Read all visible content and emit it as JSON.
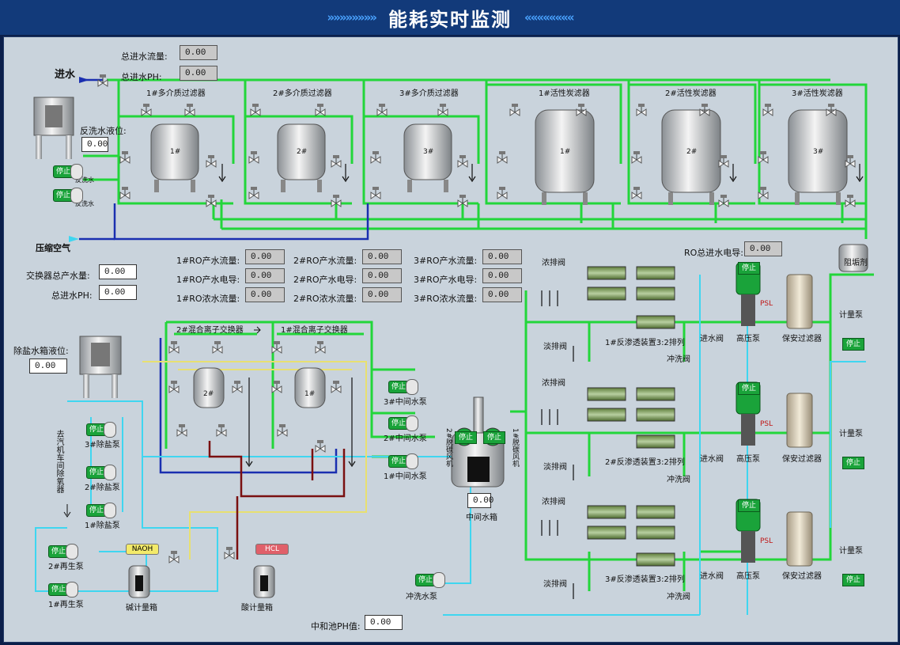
{
  "title": "能耗实时监测",
  "header": {
    "chevrons_left": "»»»»»»»»",
    "chevrons_right": "««««««««"
  },
  "labels": {
    "water_in": "进水",
    "total_flow": "总进水流量:",
    "total_ph": "总进水PH:",
    "backwash_level": "反洗水液位:",
    "backwash_pump": "反洗水",
    "compressed_air": "压缩空气",
    "filter1": "1#多介质过滤器",
    "filter2": "2#多介质过滤器",
    "filter3": "3#多介质过滤器",
    "carbon1": "1#活性炭滤器",
    "carbon2": "2#活性炭滤器",
    "carbon3": "3#活性炭滤器",
    "exchanger_total": "交换器总产水量:",
    "total_ph2": "总进水PH:",
    "ro1_flow": "1#RO产水流量:",
    "ro1_cond": "1#RO产水电导:",
    "ro1_conc": "1#RO浓水流量:",
    "ro2_flow": "2#RO产水流量:",
    "ro2_cond": "2#RO产水电导:",
    "ro2_conc": "2#RO浓水流量:",
    "ro3_flow": "3#RO产水流量:",
    "ro3_cond": "3#RO产水电导:",
    "ro3_conc": "3#RO浓水流量:",
    "ro_total_cond": "RO总进水电导:",
    "antiscalant": "阻垢剂",
    "desalt_level": "除盐水箱液位:",
    "mixbed2": "2#混合离子交换器",
    "mixbed1": "1#混合离子交换器",
    "pump_mid3": "3#中间水泵",
    "pump_mid2": "2#中间水泵",
    "pump_mid1": "1#中间水泵",
    "pump_desalt3": "3#除盐泵",
    "pump_desalt2": "2#除盐泵",
    "pump_desalt1": "1#除盐泵",
    "to_deaerator": "去汽机车间除氧器",
    "pump_regen2": "2#再生泵",
    "pump_regen1": "1#再生泵",
    "naoh": "NAOH",
    "hcl": "HCL",
    "alkali_tank": "碱计量箱",
    "acid_tank": "酸计量箱",
    "flush_pump": "冲洗水泵",
    "neutral_ph": "中和池PH值:",
    "mid_tank": "中间水箱",
    "fan2": "2#脱碳风机",
    "fan1": "1#脱碳风机",
    "conc_valve": "浓排阀",
    "fresh_valve": "淡排阀",
    "ro_unit1": "1#反渗透装置3:2排列",
    "ro_unit2": "2#反渗透装置3:2排列",
    "ro_unit3": "3#反渗透装置3:2排列",
    "flush_valve": "冲洗阀",
    "inlet_valve": "进水阀",
    "hp_pump": "高压泵",
    "safety_filter": "保安过滤器",
    "meter_pump": "计量泵",
    "psl": "PSL",
    "stop": "停止",
    "tank1": "1#",
    "tank2": "2#",
    "tank3": "3#"
  },
  "values": {
    "total_flow": "0.00",
    "total_ph": "0.00",
    "backwash_level": "0.00",
    "exchanger_total": "0.00",
    "total_ph2": "0.00",
    "ro1_flow": "0.00",
    "ro1_cond": "0.00",
    "ro1_conc": "0.00",
    "ro2_flow": "0.00",
    "ro2_cond": "0.00",
    "ro2_conc": "0.00",
    "ro3_flow": "0.00",
    "ro3_cond": "0.00",
    "ro3_conc": "0.00",
    "ro_total_cond": "0.00",
    "desalt_level": "0.00",
    "mid_tank_level": "0.00",
    "neutral_ph": "0.00"
  },
  "colors": {
    "green_pipe": "#22d63a",
    "blue_pipe": "#1a2fb0",
    "cyan_pipe": "#3fd6f0",
    "red_pipe": "#7a1010",
    "yellow_pipe": "#e8e070",
    "panel_bg": "#c9d3dc",
    "title_bg": "#123a7a"
  },
  "icons": [
    "valve-icon",
    "pump-icon",
    "tank-icon",
    "filter-vessel-icon",
    "ro-membrane-icon",
    "fan-icon",
    "arrow-down-icon"
  ]
}
